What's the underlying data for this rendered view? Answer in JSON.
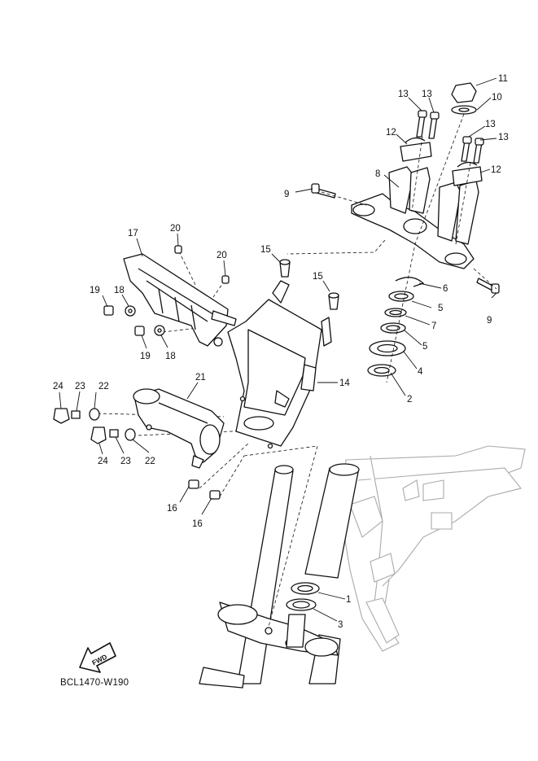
{
  "diagram": {
    "code": "BCL1470-W190",
    "fwd_label": "FWD",
    "callouts": {
      "c1": "1",
      "c2": "2",
      "c3": "3",
      "c4": "4",
      "c5a": "5",
      "c5b": "5",
      "c6": "6",
      "c7": "7",
      "c8": "8",
      "c9a": "9",
      "c9b": "9",
      "c10": "10",
      "c11": "11",
      "c12a": "12",
      "c12b": "12",
      "c13a": "13",
      "c13b": "13",
      "c13c": "13",
      "c13d": "13",
      "c14": "14",
      "c15a": "15",
      "c15b": "15",
      "c16a": "16",
      "c16b": "16",
      "c17": "17",
      "c18a": "18",
      "c18b": "18",
      "c19a": "19",
      "c19b": "19",
      "c20a": "20",
      "c20b": "20",
      "c21": "21",
      "c22a": "22",
      "c22b": "22",
      "c23a": "23",
      "c23b": "23",
      "c24a": "24",
      "c24b": "24"
    }
  }
}
